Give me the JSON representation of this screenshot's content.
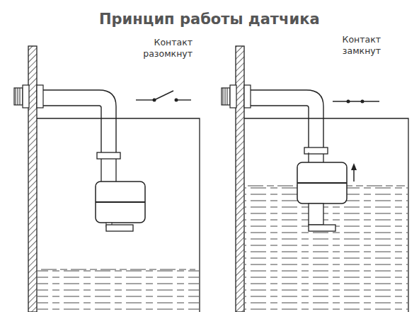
{
  "diagram": {
    "title": "Принцип работы датчика",
    "labels": [
      "Контакт разомкнут",
      "Контакт замкнут"
    ]
  }
}
